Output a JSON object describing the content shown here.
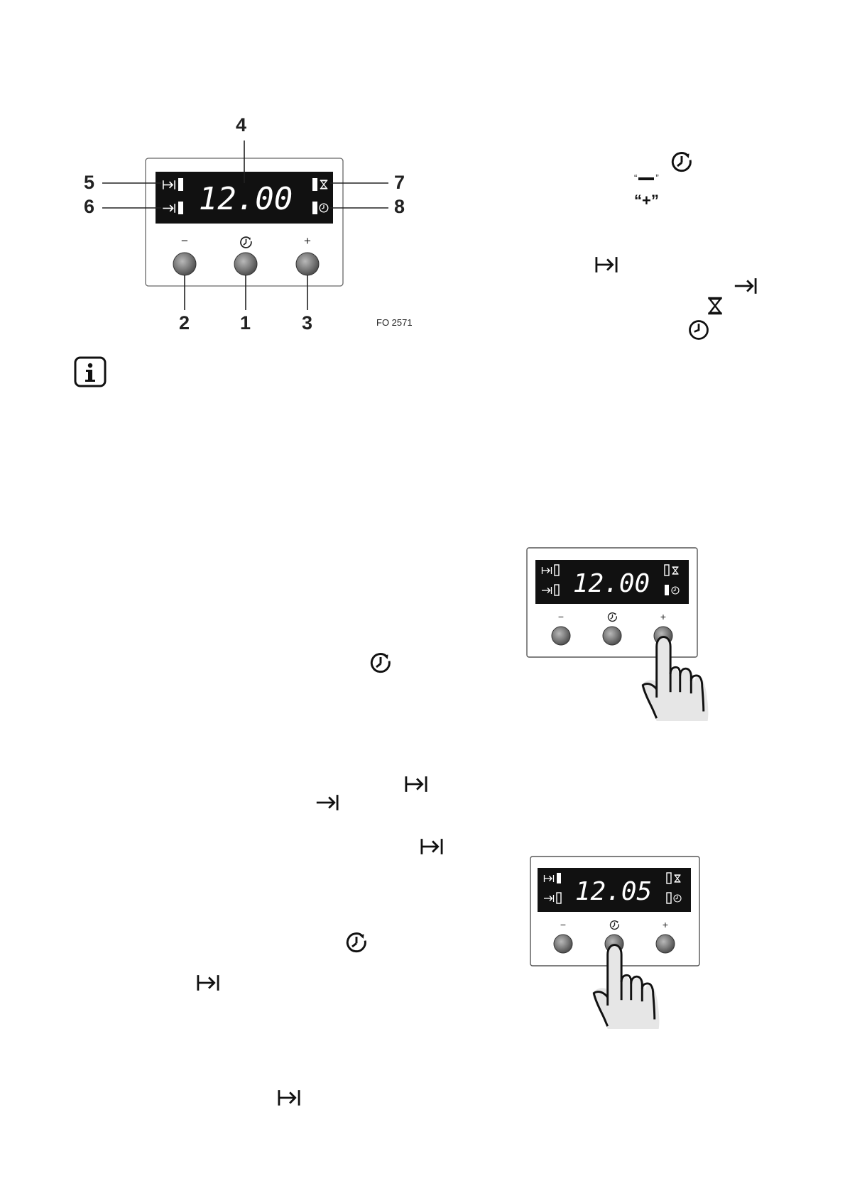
{
  "main_diagram": {
    "display_time": "12.00",
    "button_labels": {
      "minus": "−",
      "plus": "+"
    },
    "callouts": {
      "clock_button": "1",
      "minus_button": "2",
      "plus_button": "3",
      "time_display": "4",
      "duration_indicator": "5",
      "end_time_indicator": "6",
      "timer_indicator": "7",
      "clock_indicator": "8"
    },
    "figure_code": "FO 2571"
  },
  "legend": {
    "minus_quoted": "“–”",
    "plus_quoted": "“+”"
  },
  "panel_step_1": {
    "display_time": "12.00",
    "minus_label": "−",
    "plus_label": "+"
  },
  "panel_step_2": {
    "display_time": "12.05",
    "minus_label": "−",
    "plus_label": "+"
  },
  "icons": {
    "duration": "duration-icon",
    "end_time": "end-time-icon",
    "timer": "hourglass-icon",
    "clock": "clock-icon",
    "clock_button": "clock-button-icon",
    "info": "info-icon"
  }
}
